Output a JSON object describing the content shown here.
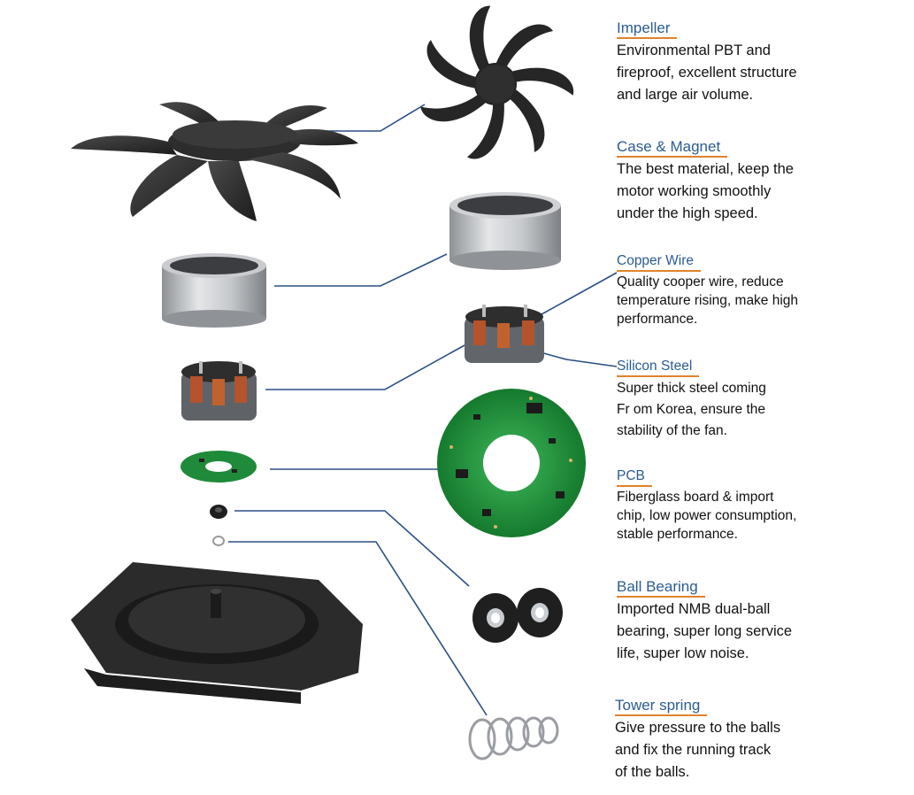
{
  "components": [
    {
      "id": "impeller",
      "title": "Impeller",
      "lines": [
        "Environmental PBT and",
        "fireproof, excellent structure",
        "and large air volume."
      ]
    },
    {
      "id": "case-magnet",
      "title": "Case & Magnet",
      "lines": [
        "The best material, keep the",
        "motor working smoothly",
        "under the high speed."
      ]
    },
    {
      "id": "copper-wire",
      "title": "Copper Wire",
      "lines": [
        "Quality cooper wire, reduce",
        "temperature rising, make high",
        "performance."
      ]
    },
    {
      "id": "silicon-steel",
      "title": "Silicon Steel",
      "lines": [
        "Super thick steel coming",
        "Fr om Korea, ensure the",
        "stability of the fan."
      ]
    },
    {
      "id": "pcb",
      "title": "PCB",
      "lines": [
        "Fiberglass board & import",
        "chip, low power consumption,",
        "stable performance."
      ]
    },
    {
      "id": "ball-bearing",
      "title": "Ball Bearing",
      "lines": [
        "Imported NMB dual-ball",
        "bearing, super long service",
        "life, super low noise."
      ]
    },
    {
      "id": "tower-spring",
      "title": "Tower spring",
      "lines": [
        "Give pressure to the balls",
        "and fix the running track",
        "of the balls."
      ]
    }
  ],
  "colors": {
    "title": "#2b5c91",
    "underline": "#e0832b",
    "leader": "#2a4f86",
    "plastic": "#2a2a2a",
    "pcb": "#1f8a3a",
    "metal": "#b9bcbf"
  }
}
